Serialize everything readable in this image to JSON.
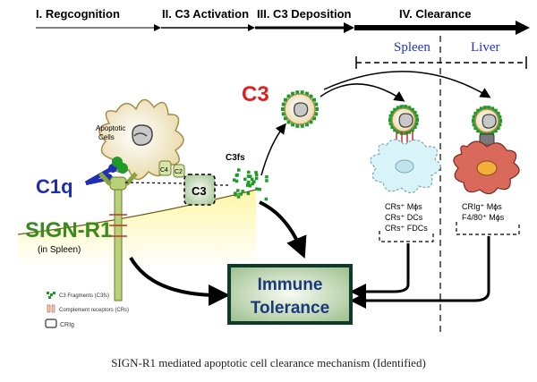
{
  "stages": {
    "s1": "I. Regcognition",
    "s2": "II. C3 Activation",
    "s3": "III. C3 Deposition",
    "s4": "IV. Clearance"
  },
  "organs": {
    "spleen": "Spleen",
    "liver": "Liver"
  },
  "labels": {
    "c3_top": "C3",
    "c3_box": "C3",
    "c4": "C4",
    "c2": "C2",
    "c3fs": "C3fs",
    "apoptotic_line1": "Apoptotic",
    "apoptotic_line2": "Cells",
    "c1q": "C1q",
    "sign_r1": "SIGN-R1",
    "in_spleen": "(in Spleen)"
  },
  "spleen_cells": [
    "CRs⁺ Mϕs",
    "CRs⁺ DCs",
    "CRs⁺ FDCs"
  ],
  "liver_cells": [
    "CRIg⁺ Mϕs",
    "F4/80⁺ Mϕs"
  ],
  "outcome": {
    "line1": "Immune",
    "line2": "Tolerance"
  },
  "legend": [
    {
      "icon": "c3-fragment-icon",
      "label": "C3 Fragments (C3fs)"
    },
    {
      "icon": "complement-receptor-icon",
      "label": "Complement receptors (CRs)"
    },
    {
      "icon": "crig-icon",
      "label": "CRIg"
    }
  ],
  "caption": "SIGN-R1 mediated apoptotic cell clearance mechanism (Identified)",
  "colors": {
    "c1q": "#1f2fb3",
    "sign_r1": "#3a8a1e",
    "c3_red": "#e02020",
    "organ_blue": "#2233cc",
    "tolerance_text": "#1a3a7a",
    "fragment_green": "#1e9a28"
  }
}
